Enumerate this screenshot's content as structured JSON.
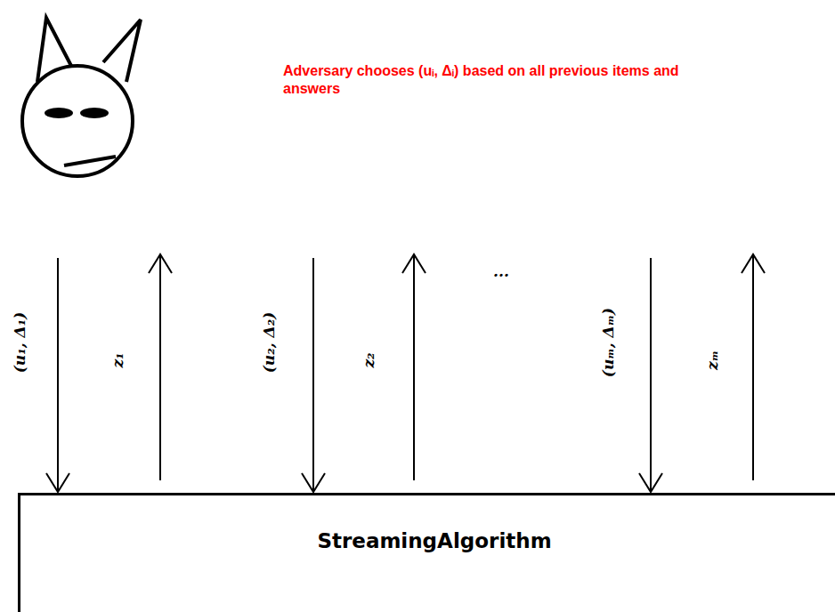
{
  "diagram": {
    "nodes": [
      {
        "text": [
          "StreamingAlgorithm"
        ]
      }
    ],
    "labels": [
      "Adversary chooses (uᵢ, Δᵢ) based on all previous items and answers",
      "(u₁, Δ₁)",
      "z₁",
      "(u₂, Δ₂)",
      "z₂",
      "...",
      "(uₘ, Δₘ)",
      "zₘ"
    ]
  }
}
